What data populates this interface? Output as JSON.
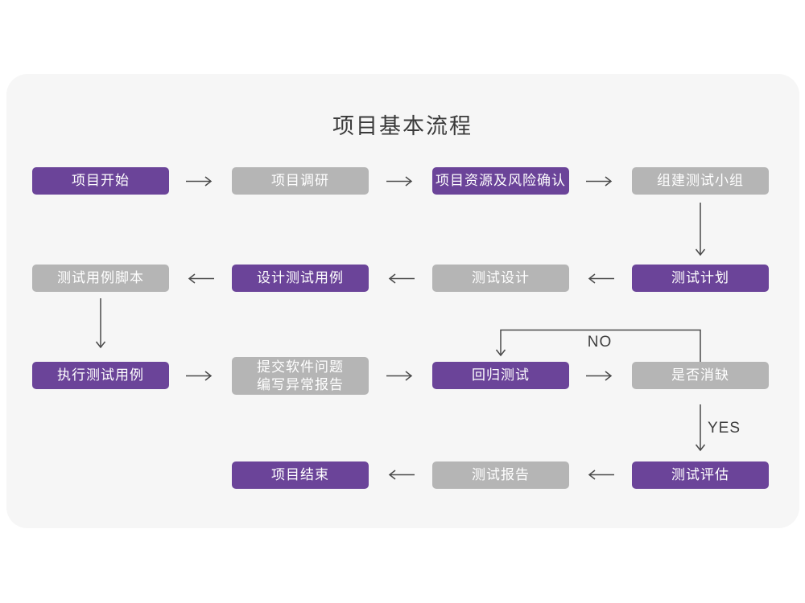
{
  "title": "项目基本流程",
  "decision_labels": {
    "no": "NO",
    "yes": "YES"
  },
  "theme": {
    "node_purple": "#6b4499",
    "node_gray": "#b5b5b5",
    "card_background": "#f6f6f6",
    "page_background": "#ffffff",
    "arrow_color": "#4a4a4a",
    "title_color": "#3a3a3a",
    "node_text_color": "#ffffff"
  },
  "nodes": [
    {
      "label": "项目开始",
      "variant": "purple"
    },
    {
      "label": "项目调研",
      "variant": "gray"
    },
    {
      "label": "项目资源及风险确认",
      "variant": "purple"
    },
    {
      "label": "组建测试小组",
      "variant": "gray"
    },
    {
      "label": "测试用例脚本",
      "variant": "gray"
    },
    {
      "label": "设计测试用例",
      "variant": "purple"
    },
    {
      "label": "测试设计",
      "variant": "gray"
    },
    {
      "label": "测试计划",
      "variant": "purple"
    },
    {
      "label": "执行测试用例",
      "variant": "purple"
    },
    {
      "label": "提交软件问题\n编写异常报告",
      "variant": "gray"
    },
    {
      "label": "回归测试",
      "variant": "purple"
    },
    {
      "label": "是否消缺",
      "variant": "gray"
    },
    {
      "label": "项目结束",
      "variant": "purple"
    },
    {
      "label": "测试报告",
      "variant": "gray"
    },
    {
      "label": "测试评估",
      "variant": "purple"
    }
  ]
}
